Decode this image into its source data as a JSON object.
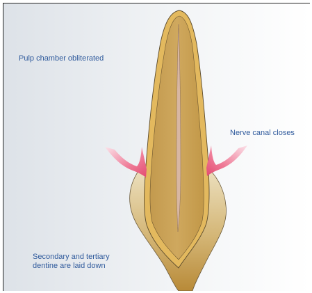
{
  "colors": {
    "background_left": "#dfe3e8",
    "background_right": "#fafbfc",
    "label_text": "#2f5a9c",
    "tooth_outer_rim": "#e0b55a",
    "tooth_body": "#c9a35a",
    "pulp_line": "#d9b8a6",
    "root_base": "#e2d1a8",
    "root_lower": "#b88f3e",
    "arrow_red": "#e8557a",
    "arrow_pink": "#f8d5dd"
  },
  "labels": {
    "pulp": "Pulp chamber obliterated",
    "nerve": "Nerve canal closes",
    "dentine_line1": "Secondary and tertiary",
    "dentine_line2": "dentine are laid down"
  }
}
